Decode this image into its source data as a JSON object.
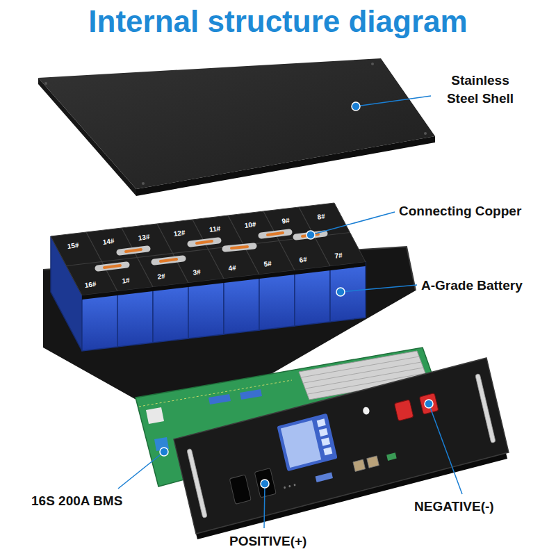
{
  "diagram": {
    "title": "Internal structure diagram",
    "labels": [
      "Stainless Steel Shell",
      "Connecting Copper",
      "A-Grade Battery",
      "16S 200A BMS",
      "POSITIVE(+)",
      "NEGATIVE(-)",
      "15#",
      "14#",
      "13#",
      "12#",
      "11#",
      "10#",
      "9#",
      "8#",
      "16#",
      "1#",
      "2#",
      "3#",
      "4#",
      "5#",
      "6#",
      "7#"
    ]
  }
}
